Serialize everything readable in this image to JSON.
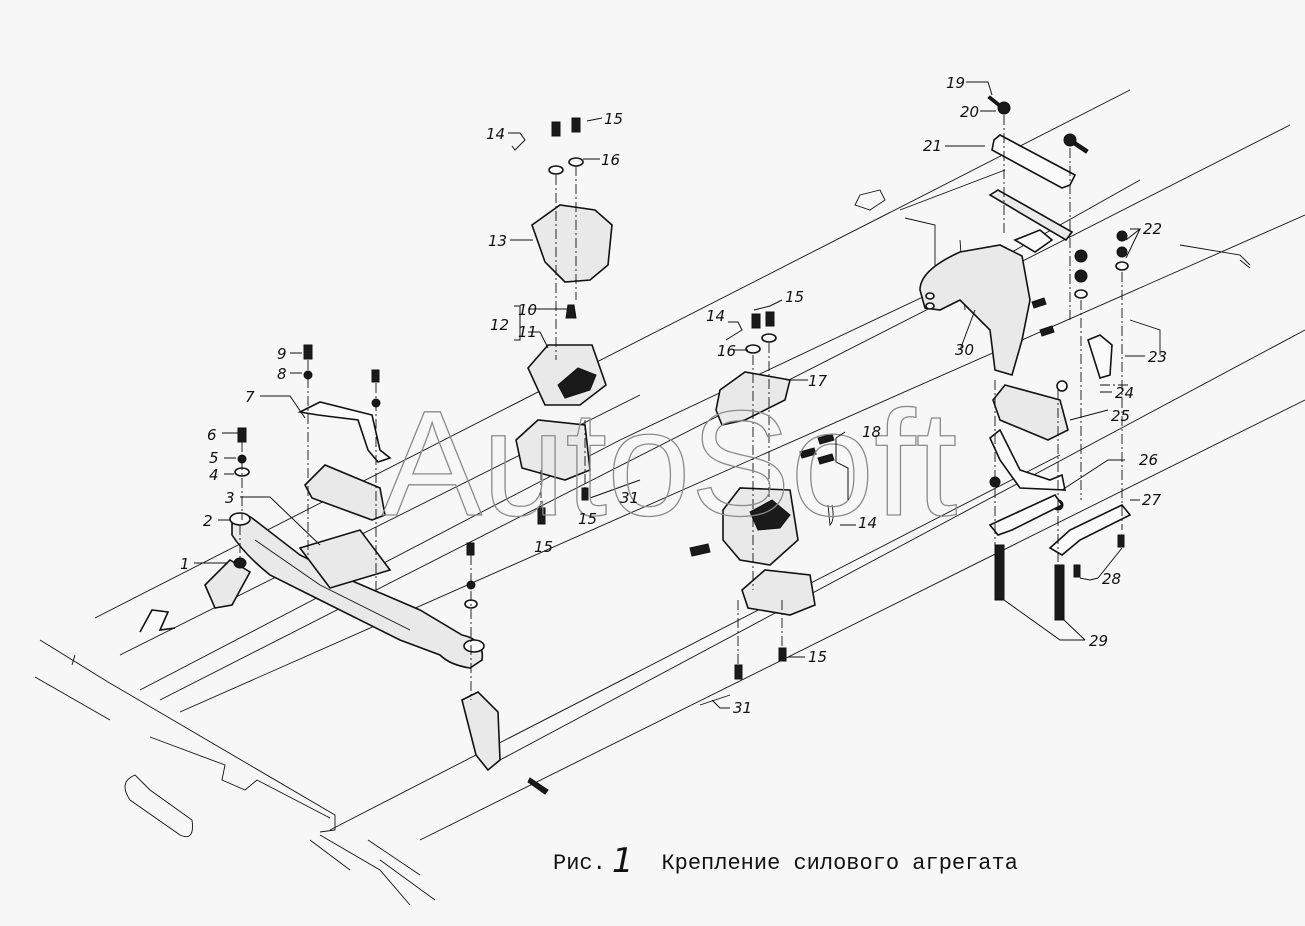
{
  "figure": {
    "prefix": "Рис.",
    "number": "1",
    "title": "Крепление силового агрегата"
  },
  "watermark": "AutoSoft",
  "callouts": [
    {
      "id": "1",
      "label": "1"
    },
    {
      "id": "2",
      "label": "2"
    },
    {
      "id": "3",
      "label": "3"
    },
    {
      "id": "4",
      "label": "4"
    },
    {
      "id": "5",
      "label": "5"
    },
    {
      "id": "6",
      "label": "6"
    },
    {
      "id": "7",
      "label": "7"
    },
    {
      "id": "8",
      "label": "8"
    },
    {
      "id": "9",
      "label": "9"
    },
    {
      "id": "10",
      "label": "10"
    },
    {
      "id": "11",
      "label": "11"
    },
    {
      "id": "12",
      "label": "12"
    },
    {
      "id": "13",
      "label": "13"
    },
    {
      "id": "14a",
      "label": "14"
    },
    {
      "id": "15a",
      "label": "15"
    },
    {
      "id": "16a",
      "label": "16"
    },
    {
      "id": "14b",
      "label": "14"
    },
    {
      "id": "15b",
      "label": "15"
    },
    {
      "id": "16b",
      "label": "16"
    },
    {
      "id": "17",
      "label": "17"
    },
    {
      "id": "18",
      "label": "18"
    },
    {
      "id": "14c",
      "label": "14"
    },
    {
      "id": "15c",
      "label": "15"
    },
    {
      "id": "15d",
      "label": "15"
    },
    {
      "id": "31a",
      "label": "31"
    },
    {
      "id": "15e",
      "label": "15"
    },
    {
      "id": "31b",
      "label": "31"
    },
    {
      "id": "19",
      "label": "19"
    },
    {
      "id": "20",
      "label": "20"
    },
    {
      "id": "21",
      "label": "21"
    },
    {
      "id": "22",
      "label": "22"
    },
    {
      "id": "23",
      "label": "23"
    },
    {
      "id": "24",
      "label": "24"
    },
    {
      "id": "25",
      "label": "25"
    },
    {
      "id": "26",
      "label": "26"
    },
    {
      "id": "27",
      "label": "27"
    },
    {
      "id": "28",
      "label": "28"
    },
    {
      "id": "29",
      "label": "29"
    },
    {
      "id": "30",
      "label": "30"
    }
  ]
}
